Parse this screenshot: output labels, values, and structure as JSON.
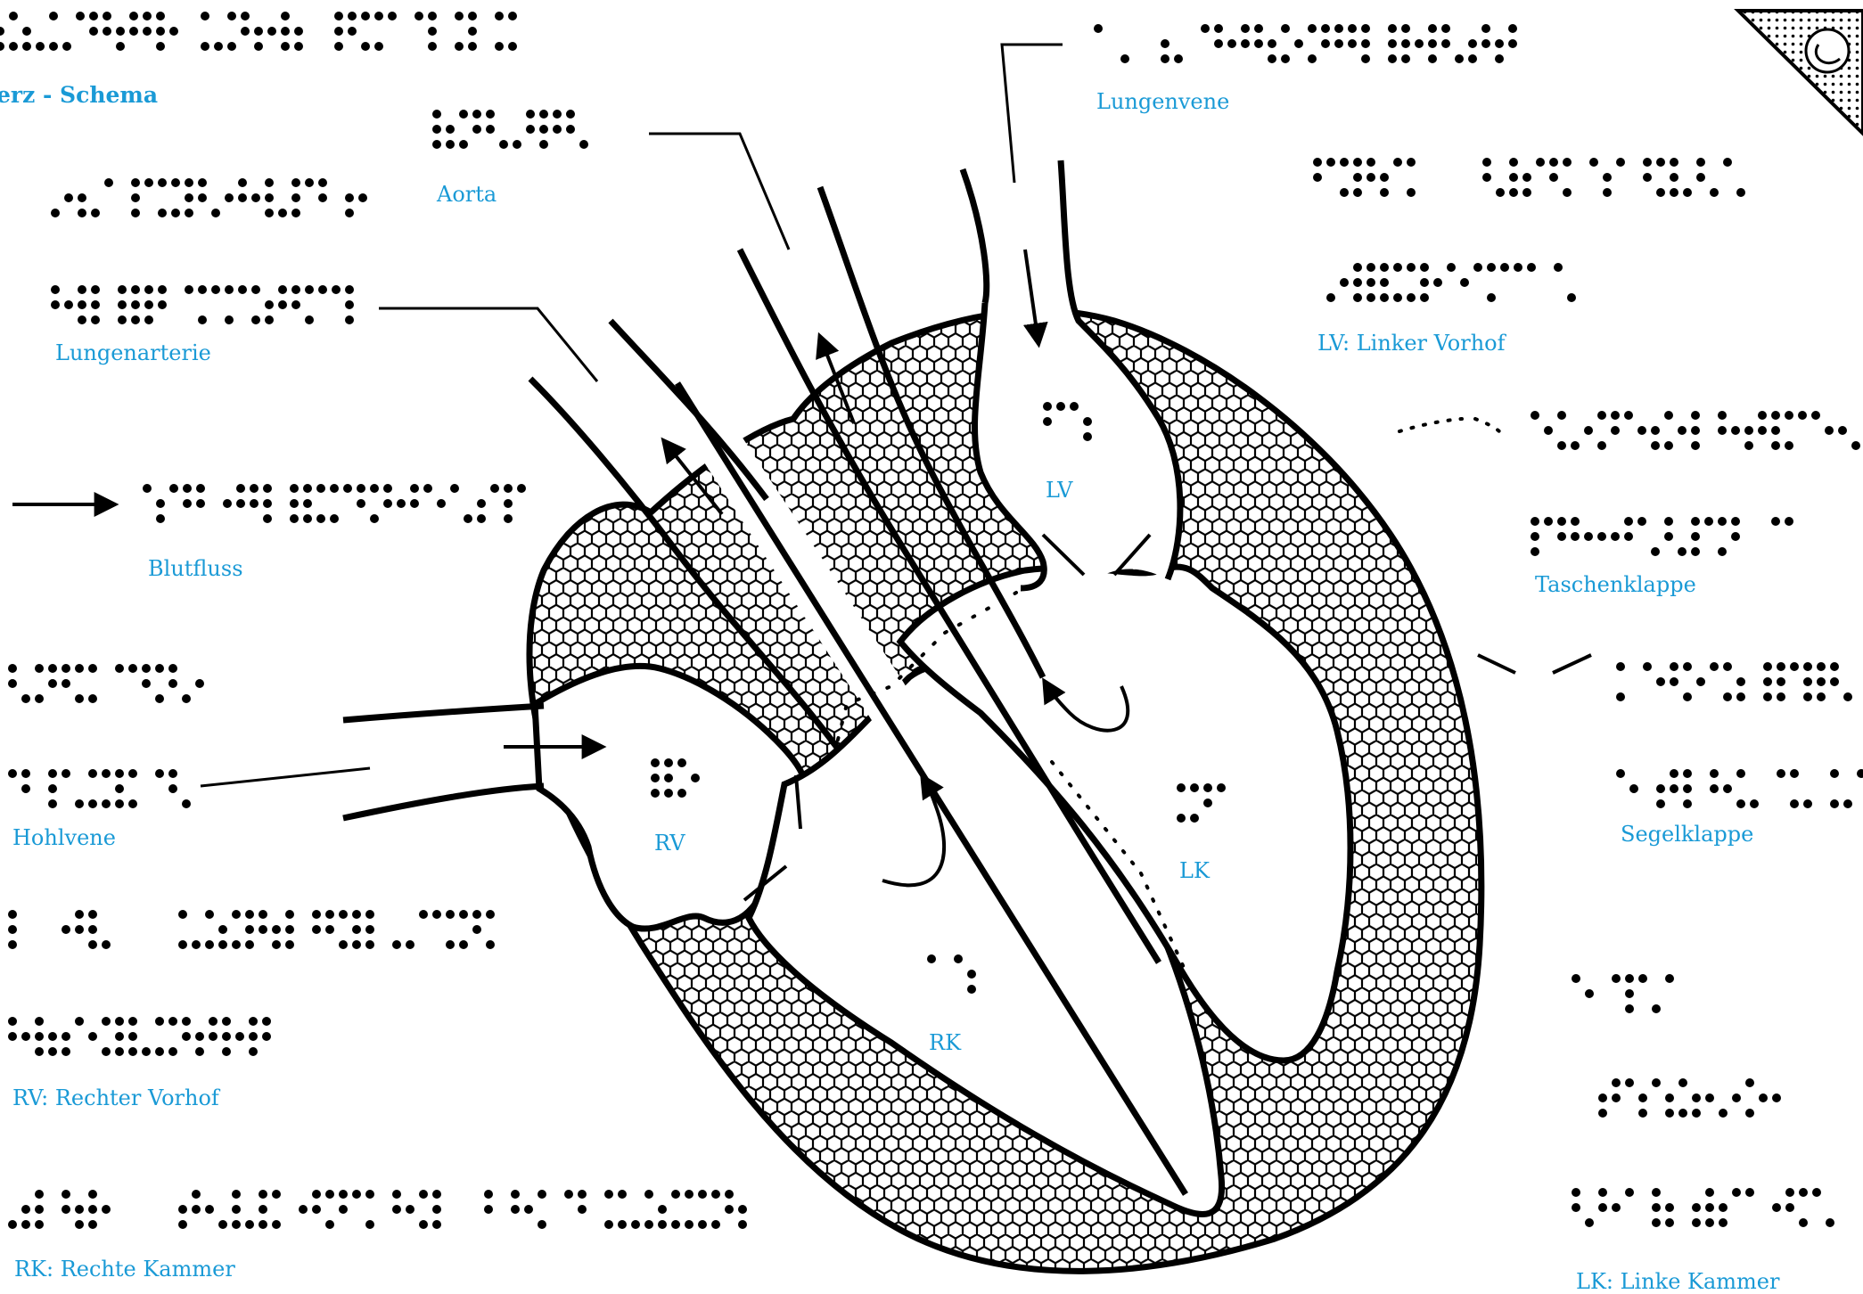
{
  "title": "erz - Schema",
  "labels": {
    "aorta": "Aorta",
    "lungenvene": "Lungenvene",
    "lungenarterie": "Lungenarterie",
    "blutfluss": "Blutfluss",
    "hohlvene": "Hohlvene",
    "rv_legend": "RV: Rechter Vorhof",
    "rk_legend": "RK: Rechte Kammer",
    "lv_legend": "LV: Linker Vorhof",
    "lk_legend": "LK: Linke Kammer",
    "taschenklappe": "Taschenklappe",
    "segelklappe": "Segelklappe",
    "rv": "RV",
    "rk": "RK",
    "lv": "LV",
    "lk": "LK"
  },
  "colors": {
    "label": "#1a9ad6",
    "ink": "#000000",
    "background": "#ffffff"
  },
  "icons": [
    "corner-logo-icon",
    "flow-arrow-icon"
  ]
}
